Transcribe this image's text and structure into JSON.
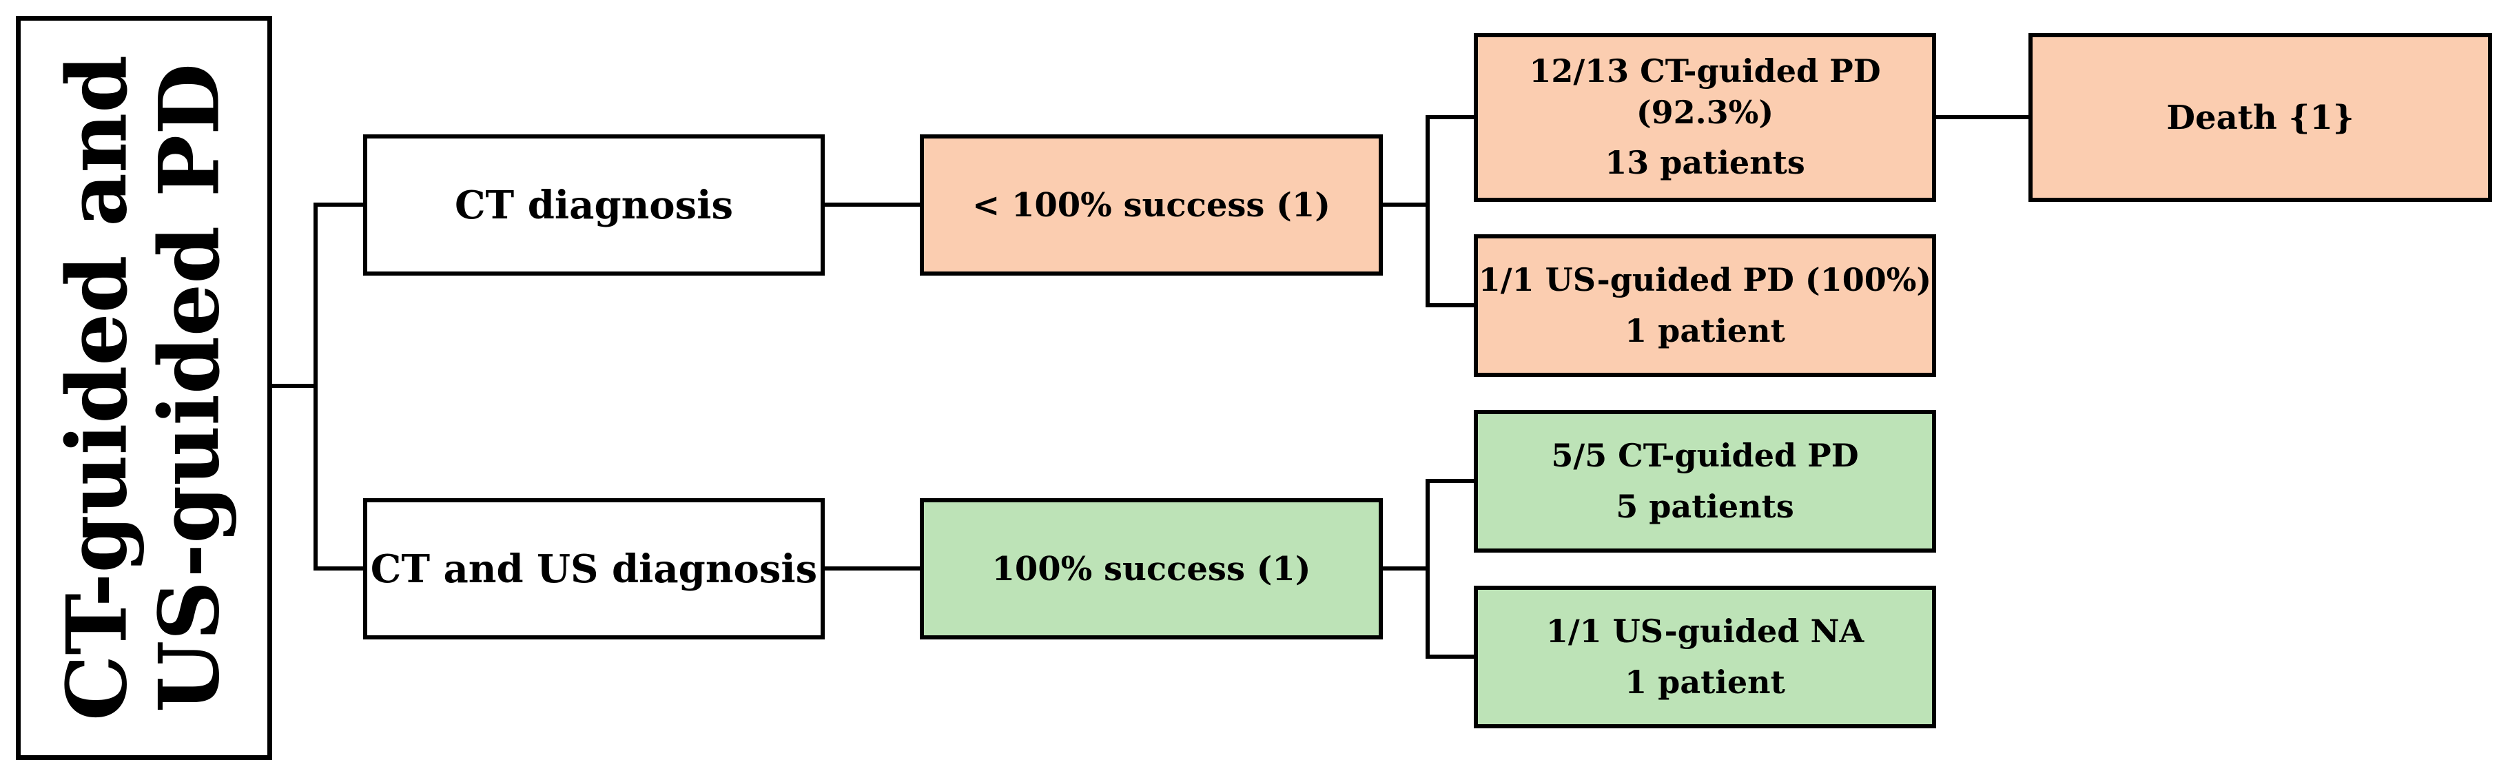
{
  "root": {
    "line1": "CT-guided and",
    "line2": "US-guided PD"
  },
  "branches": [
    {
      "label": "CT diagnosis",
      "outcome": "< 100% success (1)",
      "results": [
        {
          "line1": "12/13 CT-guided PD",
          "line2": "(92.3%)",
          "patients": "13 patients"
        },
        {
          "line1": "1/1 US-guided PD (100%)",
          "patients": "1 patient"
        }
      ],
      "terminal": "Death {1}"
    },
    {
      "label": "CT and US diagnosis",
      "outcome": "100% success (1)",
      "results": [
        {
          "line1": "5/5 CT-guided PD",
          "patients": "5 patients"
        },
        {
          "line1": "1/1 US-guided NA",
          "patients": "1 patient"
        }
      ]
    }
  ],
  "colors": {
    "failure": "#fbcdb0",
    "success": "#bde3b7",
    "border": "#000000"
  }
}
